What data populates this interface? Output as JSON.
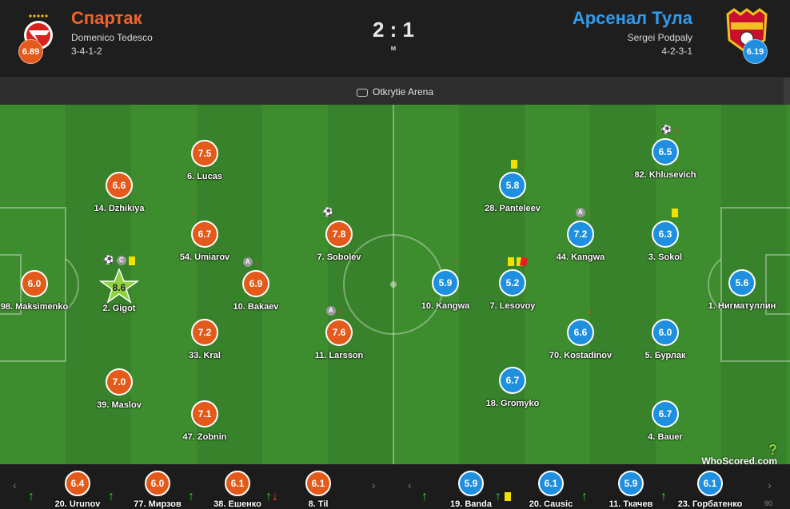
{
  "home": {
    "name": "Спартак",
    "manager": "Domenico Tedesco",
    "formation": "3-4-1-2",
    "rating": "6.89",
    "color": "#e35a1a"
  },
  "away": {
    "name": "Арсенал Тула",
    "manager": "Sergei Podpaly",
    "formation": "4-2-3-1",
    "rating": "6.19",
    "color": "#1f8fe0"
  },
  "score": "2 : 1",
  "status": "м",
  "venue": "Otkrytie Arena",
  "icons": {
    "goal": "soccer-ball-icon",
    "sub_off": "arrow-down-icon",
    "sub_on": "arrow-up-icon",
    "assist": "assist-badge",
    "captain": "captain-badge",
    "yellow": "yellow-card-icon",
    "red": "red-card-icon",
    "motm": "man-of-the-match-star"
  },
  "home_players": [
    {
      "label": "98. Maksimenko",
      "rating": "6.0"
    },
    {
      "label": "2. Gigot",
      "rating": "8.6"
    },
    {
      "label": "14. Dzhikiya",
      "rating": "6.6"
    },
    {
      "label": "39. Maslov",
      "rating": "7.0"
    },
    {
      "label": "6. Lucas",
      "rating": "7.5"
    },
    {
      "label": "54. Umiarov",
      "rating": "6.7"
    },
    {
      "label": "33. Kral",
      "rating": "7.2"
    },
    {
      "label": "47. Zobnin",
      "rating": "7.1"
    },
    {
      "label": "10. Bakaev",
      "rating": "6.9"
    },
    {
      "label": "7. Sobolev",
      "rating": "7.8"
    },
    {
      "label": "11. Larsson",
      "rating": "7.6"
    }
  ],
  "away_players": [
    {
      "label": "10. Kangwa",
      "rating": "5.9"
    },
    {
      "label": "28. Panteleev",
      "rating": "5.8"
    },
    {
      "label": "7. Lesovoy",
      "rating": "5.2"
    },
    {
      "label": "18. Gromyko",
      "rating": "6.7"
    },
    {
      "label": "44. Kangwa",
      "rating": "7.2"
    },
    {
      "label": "70. Kostadinov",
      "rating": "6.6"
    },
    {
      "label": "82. Khlusevich",
      "rating": "6.5"
    },
    {
      "label": "3. Sokol",
      "rating": "6.3"
    },
    {
      "label": "5. Бурлак",
      "rating": "6.0"
    },
    {
      "label": "4. Bauer",
      "rating": "6.7"
    },
    {
      "label": "1. Нигматуллин",
      "rating": "5.6"
    }
  ],
  "badges": {
    "assist": "A",
    "captain": "C"
  },
  "home_subs": [
    {
      "label": "20. Urunov",
      "rating": "6.4"
    },
    {
      "label": "77. Мирзов",
      "rating": "6.0"
    },
    {
      "label": "38. Ешенко",
      "rating": "6.1"
    },
    {
      "label": "8. Til",
      "rating": "6.1"
    }
  ],
  "away_subs": [
    {
      "label": "19. Banda",
      "rating": "5.9"
    },
    {
      "label": "20. Causic",
      "rating": "6.1"
    },
    {
      "label": "11. Ткачев",
      "rating": "5.9"
    },
    {
      "label": "23. Горбатенко",
      "rating": "6.1"
    }
  ],
  "watermark": "WhoScored.com",
  "bench_page": "90"
}
